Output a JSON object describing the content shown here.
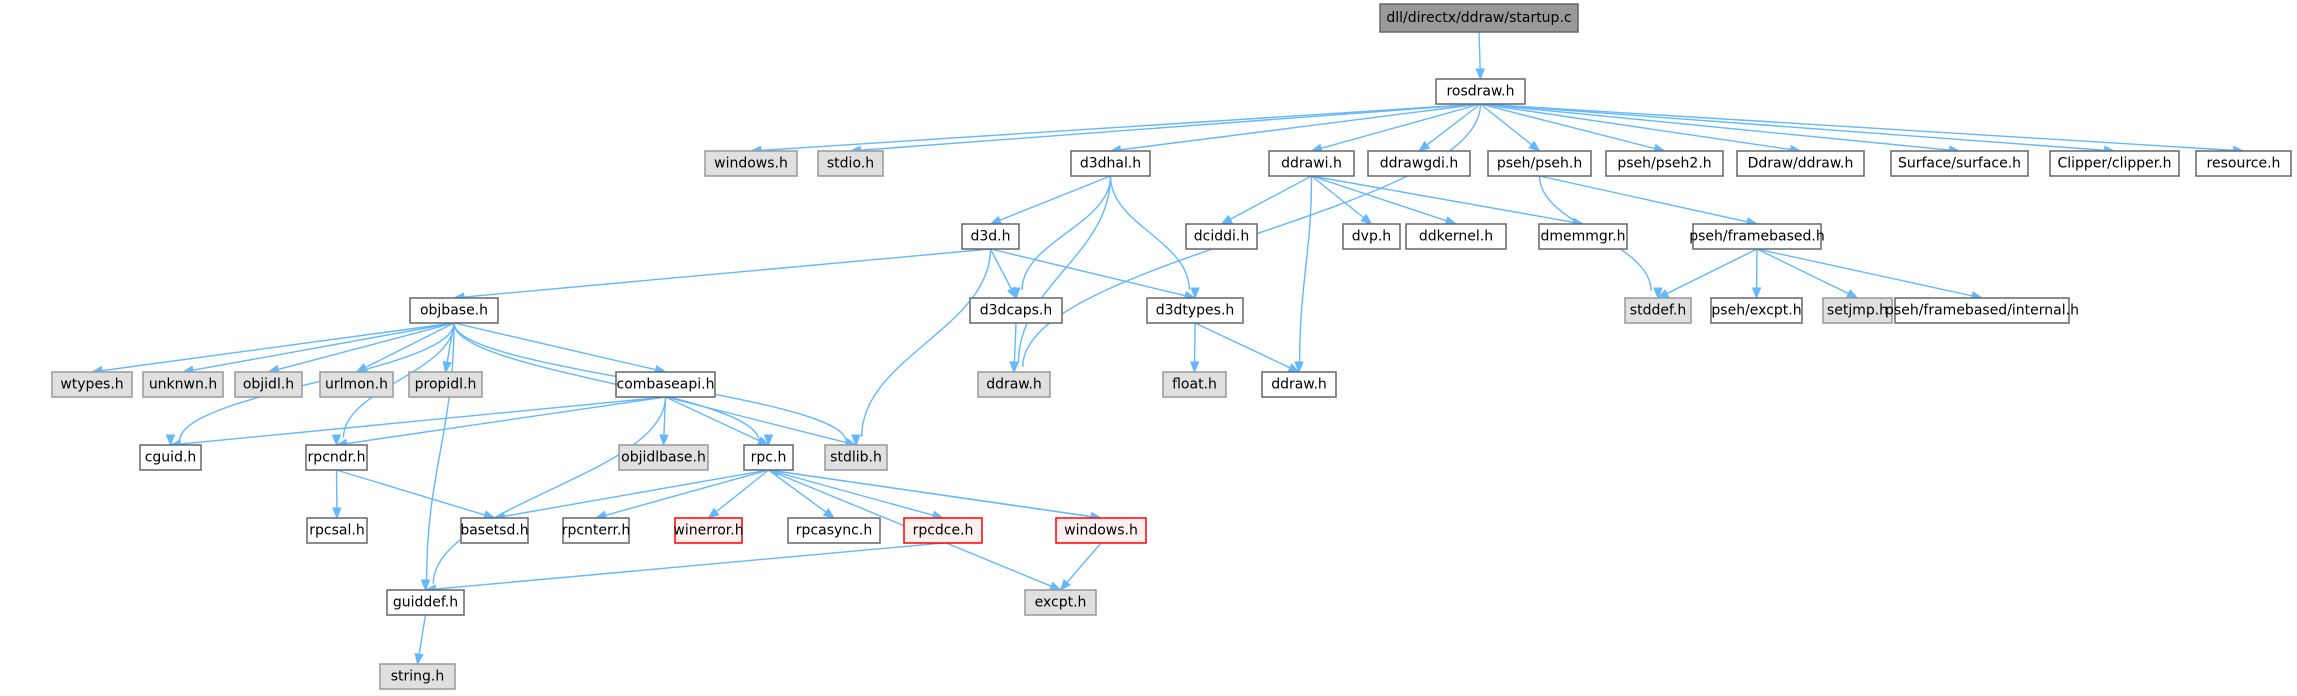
{
  "title": "dll/directx/ddraw/startup.c",
  "styles": {
    "root": {
      "fill": "#999999",
      "stroke": "#666666"
    },
    "normal": {
      "fill": "#ffffff",
      "stroke": "#666666"
    },
    "external": {
      "fill": "#e0e0e0",
      "stroke": "#999999"
    },
    "error": {
      "fill": "#fff0f0",
      "stroke": "#ff0000"
    },
    "edge_color": "#63b8ff"
  },
  "nodes": [
    {
      "id": "startup",
      "label": "dll/directx/ddraw/startup.c",
      "kind": "root"
    },
    {
      "id": "rosdraw",
      "label": "rosdraw.h",
      "kind": "normal"
    },
    {
      "id": "windows_sys",
      "label": "windows.h",
      "kind": "external"
    },
    {
      "id": "stdio",
      "label": "stdio.h",
      "kind": "external"
    },
    {
      "id": "d3dhal",
      "label": "d3dhal.h",
      "kind": "normal"
    },
    {
      "id": "ddrawi",
      "label": "ddrawi.h",
      "kind": "normal"
    },
    {
      "id": "ddrawgdi",
      "label": "ddrawgdi.h",
      "kind": "normal"
    },
    {
      "id": "pseh",
      "label": "pseh/pseh.h",
      "kind": "normal"
    },
    {
      "id": "pseh2",
      "label": "pseh/pseh2.h",
      "kind": "normal"
    },
    {
      "id": "Ddraw",
      "label": "Ddraw/ddraw.h",
      "kind": "normal"
    },
    {
      "id": "surface",
      "label": "Surface/surface.h",
      "kind": "normal"
    },
    {
      "id": "clipper",
      "label": "Clipper/clipper.h",
      "kind": "normal"
    },
    {
      "id": "resource",
      "label": "resource.h",
      "kind": "normal"
    },
    {
      "id": "d3d",
      "label": "d3d.h",
      "kind": "normal"
    },
    {
      "id": "dciddi",
      "label": "dciddi.h",
      "kind": "normal"
    },
    {
      "id": "dvp",
      "label": "dvp.h",
      "kind": "normal"
    },
    {
      "id": "ddkernel",
      "label": "ddkernel.h",
      "kind": "normal"
    },
    {
      "id": "dmemmgr",
      "label": "dmemmgr.h",
      "kind": "normal"
    },
    {
      "id": "framebased",
      "label": "pseh/framebased.h",
      "kind": "normal"
    },
    {
      "id": "objbase",
      "label": "objbase.h",
      "kind": "normal"
    },
    {
      "id": "d3dcaps",
      "label": "d3dcaps.h",
      "kind": "normal"
    },
    {
      "id": "d3dtypes",
      "label": "d3dtypes.h",
      "kind": "normal"
    },
    {
      "id": "stddef",
      "label": "stddef.h",
      "kind": "external"
    },
    {
      "id": "excpt_pseh",
      "label": "pseh/excpt.h",
      "kind": "normal"
    },
    {
      "id": "setjmp",
      "label": "setjmp.h",
      "kind": "external"
    },
    {
      "id": "fb_internal",
      "label": "pseh/framebased/internal.h",
      "kind": "normal"
    },
    {
      "id": "wtypes",
      "label": "wtypes.h",
      "kind": "external"
    },
    {
      "id": "unknwn",
      "label": "unknwn.h",
      "kind": "external"
    },
    {
      "id": "objidl",
      "label": "objidl.h",
      "kind": "external"
    },
    {
      "id": "urlmon",
      "label": "urlmon.h",
      "kind": "external"
    },
    {
      "id": "propidl",
      "label": "propidl.h",
      "kind": "external"
    },
    {
      "id": "combaseapi",
      "label": "combaseapi.h",
      "kind": "normal"
    },
    {
      "id": "ddraw_sys",
      "label": "ddraw.h",
      "kind": "external"
    },
    {
      "id": "float",
      "label": "float.h",
      "kind": "external"
    },
    {
      "id": "ddraw_local",
      "label": "ddraw.h",
      "kind": "normal"
    },
    {
      "id": "cguid",
      "label": "cguid.h",
      "kind": "normal"
    },
    {
      "id": "rpcndr",
      "label": "rpcndr.h",
      "kind": "normal"
    },
    {
      "id": "objidlbase",
      "label": "objidlbase.h",
      "kind": "external"
    },
    {
      "id": "rpc",
      "label": "rpc.h",
      "kind": "normal"
    },
    {
      "id": "stdlib",
      "label": "stdlib.h",
      "kind": "external"
    },
    {
      "id": "rpcsal",
      "label": "rpcsal.h",
      "kind": "normal"
    },
    {
      "id": "basetsd",
      "label": "basetsd.h",
      "kind": "normal"
    },
    {
      "id": "rpcnterr",
      "label": "rpcnterr.h",
      "kind": "normal"
    },
    {
      "id": "winerror",
      "label": "winerror.h",
      "kind": "error"
    },
    {
      "id": "rpcasync",
      "label": "rpcasync.h",
      "kind": "normal"
    },
    {
      "id": "rpcdce",
      "label": "rpcdce.h",
      "kind": "error"
    },
    {
      "id": "windows_err",
      "label": "windows.h",
      "kind": "error"
    },
    {
      "id": "guiddef",
      "label": "guiddef.h",
      "kind": "normal"
    },
    {
      "id": "excpt",
      "label": "excpt.h",
      "kind": "external"
    },
    {
      "id": "string",
      "label": "string.h",
      "kind": "external"
    }
  ],
  "edges": [
    [
      "startup",
      "rosdraw"
    ],
    [
      "rosdraw",
      "windows_sys"
    ],
    [
      "rosdraw",
      "stdio"
    ],
    [
      "rosdraw",
      "d3dhal"
    ],
    [
      "rosdraw",
      "ddrawi"
    ],
    [
      "rosdraw",
      "ddrawgdi"
    ],
    [
      "rosdraw",
      "pseh"
    ],
    [
      "rosdraw",
      "pseh2"
    ],
    [
      "rosdraw",
      "Ddraw"
    ],
    [
      "rosdraw",
      "surface"
    ],
    [
      "rosdraw",
      "clipper"
    ],
    [
      "rosdraw",
      "resource"
    ],
    [
      "rosdraw",
      "ddraw_sys"
    ],
    [
      "d3dhal",
      "d3d"
    ],
    [
      "d3dhal",
      "d3dcaps"
    ],
    [
      "d3dhal",
      "d3dtypes"
    ],
    [
      "d3dhal",
      "ddraw_sys"
    ],
    [
      "ddrawi",
      "dciddi"
    ],
    [
      "ddrawi",
      "dvp"
    ],
    [
      "ddrawi",
      "ddkernel"
    ],
    [
      "ddrawi",
      "dmemmgr"
    ],
    [
      "ddrawi",
      "ddraw_local"
    ],
    [
      "pseh",
      "framebased"
    ],
    [
      "pseh",
      "stddef"
    ],
    [
      "framebased",
      "stddef"
    ],
    [
      "framebased",
      "excpt_pseh"
    ],
    [
      "framebased",
      "setjmp"
    ],
    [
      "framebased",
      "fb_internal"
    ],
    [
      "d3d",
      "objbase"
    ],
    [
      "d3d",
      "d3dcaps"
    ],
    [
      "d3d",
      "d3dtypes"
    ],
    [
      "d3d",
      "stdlib"
    ],
    [
      "d3dcaps",
      "ddraw_sys"
    ],
    [
      "d3dtypes",
      "float"
    ],
    [
      "d3dtypes",
      "ddraw_local"
    ],
    [
      "objbase",
      "wtypes"
    ],
    [
      "objbase",
      "unknwn"
    ],
    [
      "objbase",
      "objidl"
    ],
    [
      "objbase",
      "urlmon"
    ],
    [
      "objbase",
      "propidl"
    ],
    [
      "objbase",
      "combaseapi"
    ],
    [
      "objbase",
      "cguid"
    ],
    [
      "objbase",
      "rpcndr"
    ],
    [
      "objbase",
      "rpc"
    ],
    [
      "objbase",
      "stdlib"
    ],
    [
      "objbase",
      "guiddef"
    ],
    [
      "combaseapi",
      "cguid"
    ],
    [
      "combaseapi",
      "rpcndr"
    ],
    [
      "combaseapi",
      "objidlbase"
    ],
    [
      "combaseapi",
      "rpc"
    ],
    [
      "combaseapi",
      "stdlib"
    ],
    [
      "combaseapi",
      "guiddef"
    ],
    [
      "rpcndr",
      "rpcsal"
    ],
    [
      "rpcndr",
      "basetsd"
    ],
    [
      "rpc",
      "basetsd"
    ],
    [
      "rpc",
      "rpcnterr"
    ],
    [
      "rpc",
      "winerror"
    ],
    [
      "rpc",
      "rpcasync"
    ],
    [
      "rpc",
      "rpcdce"
    ],
    [
      "rpc",
      "windows_err"
    ],
    [
      "rpc",
      "excpt"
    ],
    [
      "rpcdce",
      "guiddef"
    ],
    [
      "windows_err",
      "excpt"
    ],
    [
      "windows_err",
      "rpc"
    ],
    [
      "guiddef",
      "string"
    ]
  ]
}
